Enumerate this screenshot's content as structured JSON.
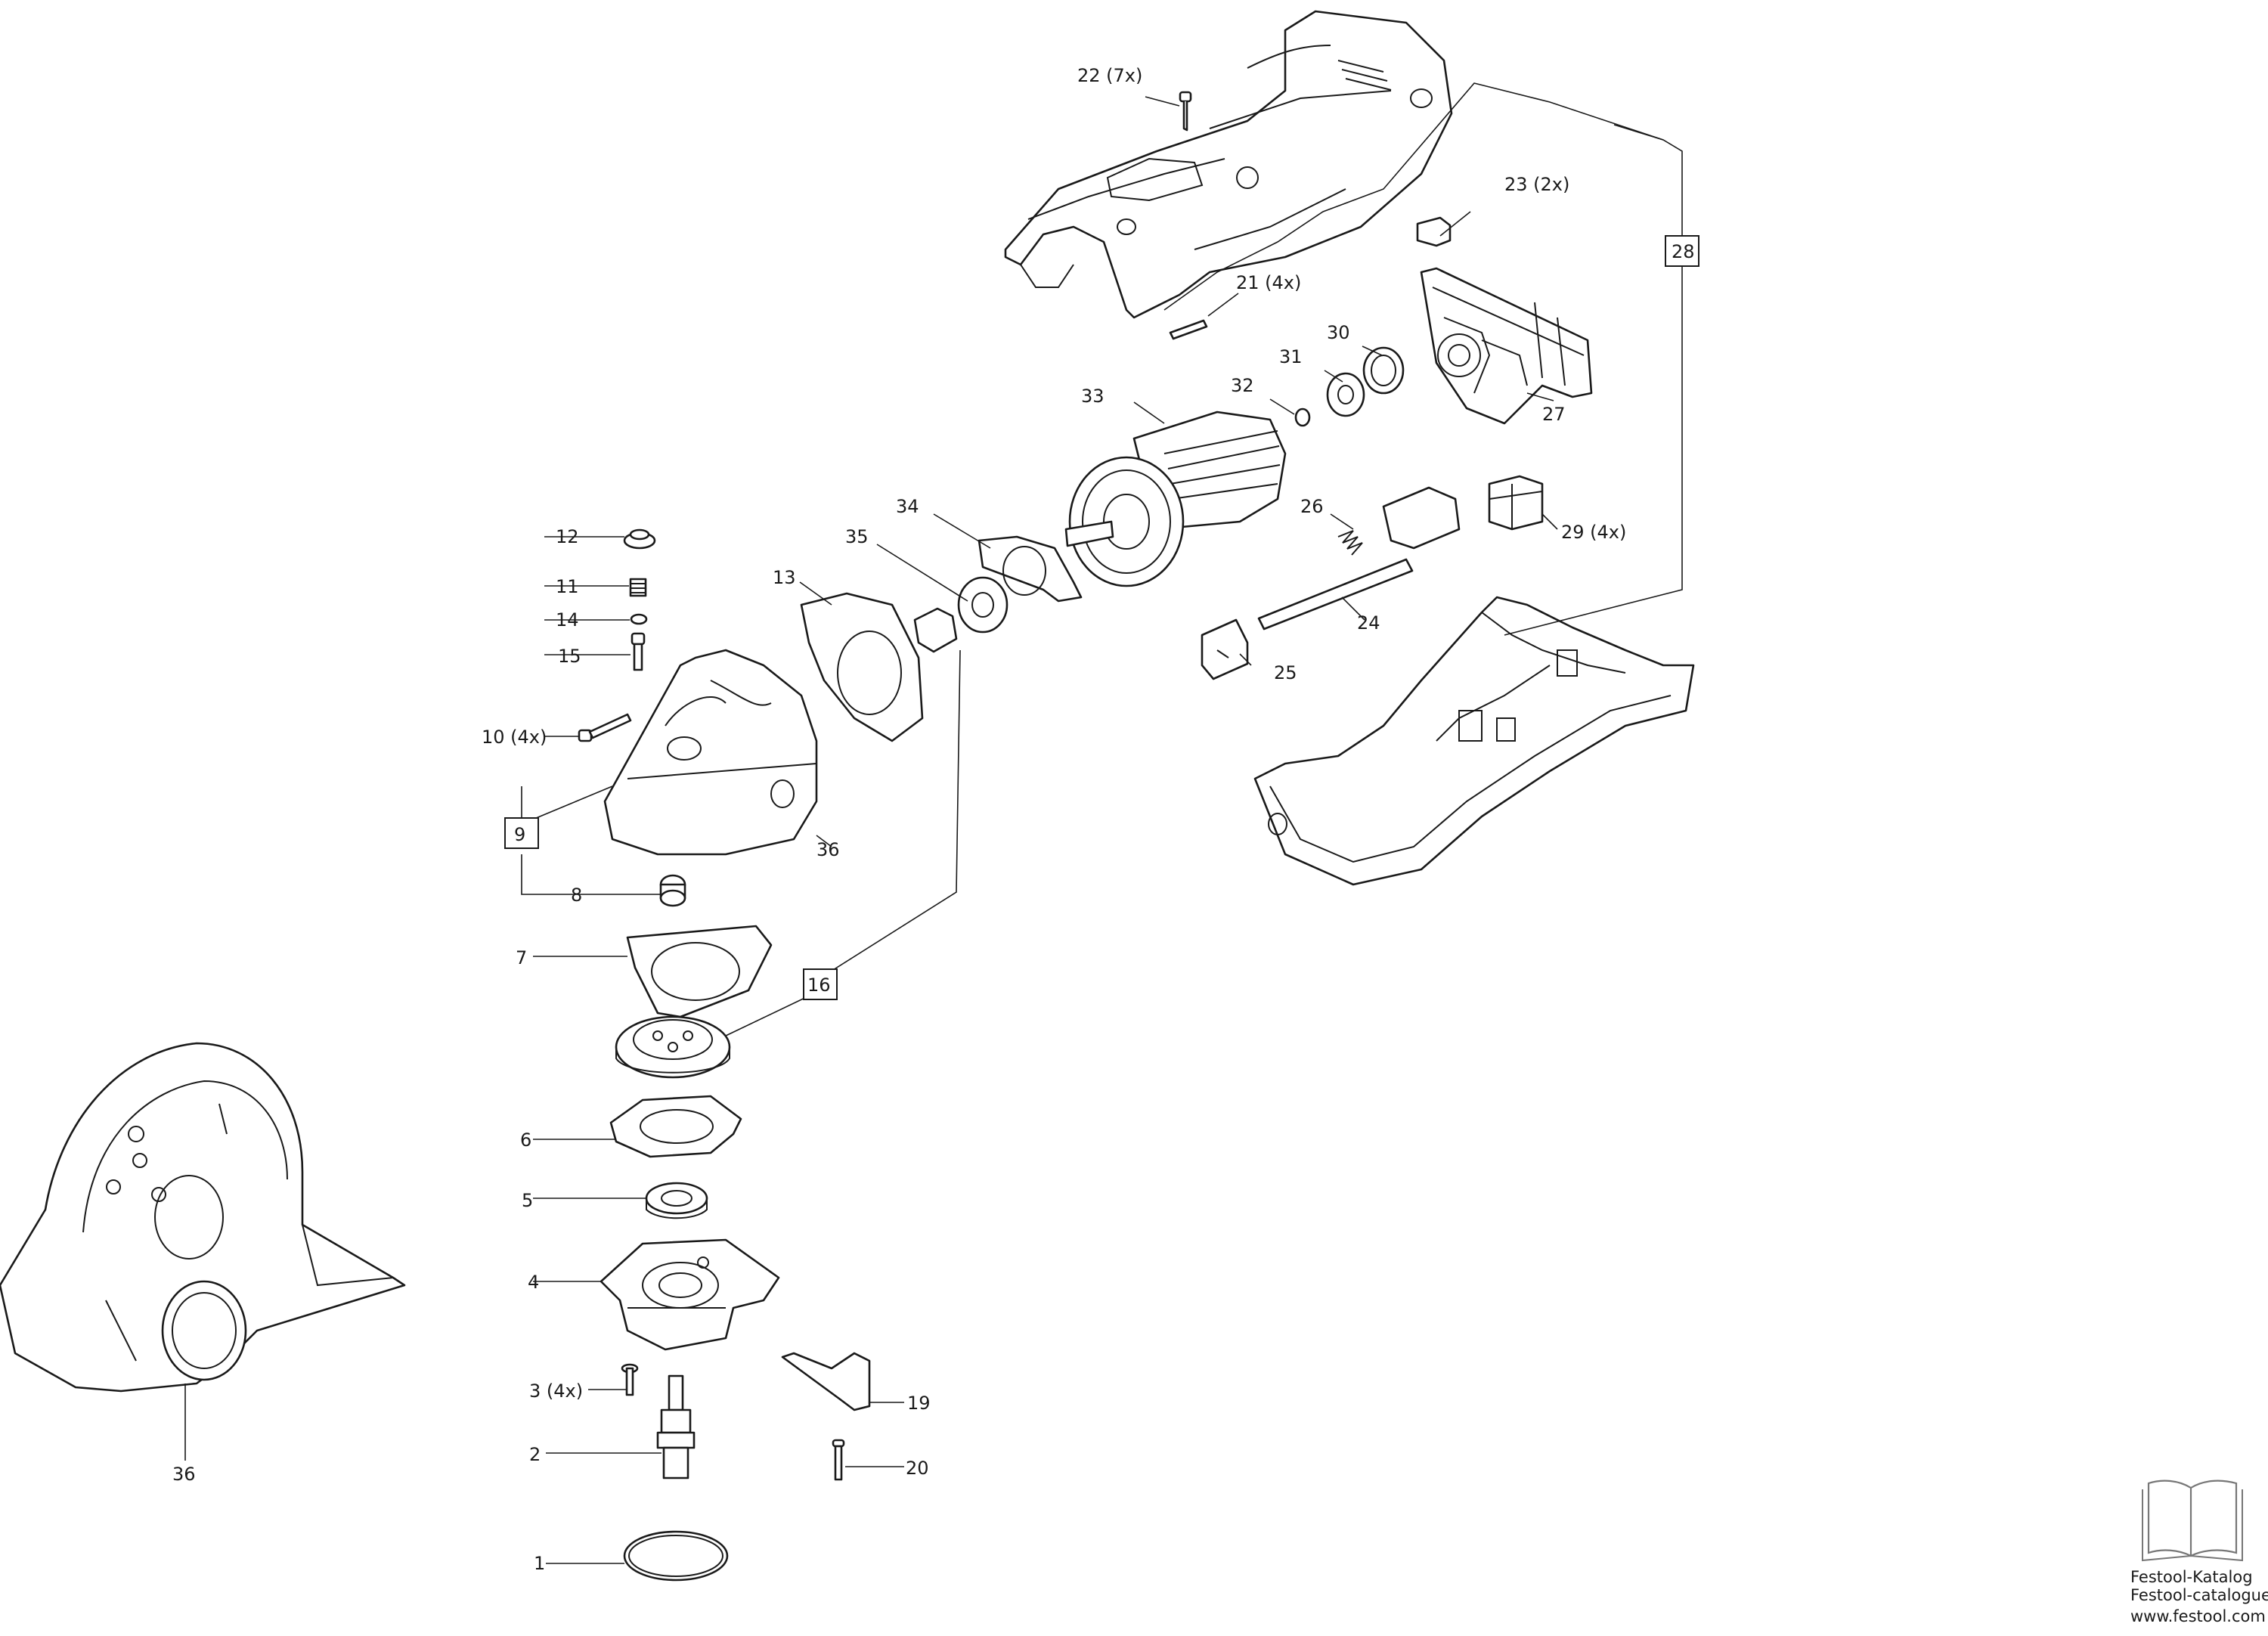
{
  "callouts": {
    "c1": "1",
    "c2": "2",
    "c3": "3 (4x)",
    "c4": "4",
    "c5": "5",
    "c6": "6",
    "c7": "7",
    "c8": "8",
    "c9": "9",
    "c10": "10 (4x)",
    "c11": "11",
    "c12": "12",
    "c13": "13",
    "c14": "14",
    "c15": "15",
    "c16": "16",
    "c19": "19",
    "c20": "20",
    "c21": "21 (4x)",
    "c22": "22 (7x)",
    "c23": "23 (2x)",
    "c24": "24",
    "c25": "25",
    "c26": "26",
    "c27": "27",
    "c28": "28",
    "c29": "29 (4x)",
    "c30": "30",
    "c31": "31",
    "c32": "32",
    "c33": "33",
    "c34": "34",
    "c35": "35",
    "c36a": "36",
    "c36b": "36"
  },
  "catalog": {
    "icon": "open-book-icon",
    "line1": "Festool-Katalog",
    "line2": "Festool-catalogue",
    "url": "www.festool.com"
  }
}
